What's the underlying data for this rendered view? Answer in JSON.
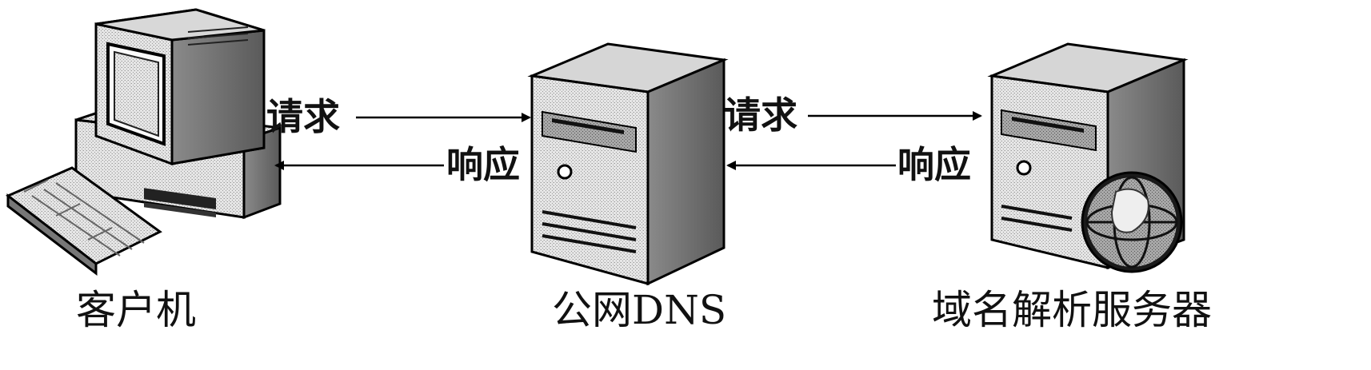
{
  "nodes": {
    "client": {
      "label": "客户机"
    },
    "public_dns": {
      "label": "公网DNS"
    },
    "resolver": {
      "label": "域名解析服务器"
    }
  },
  "arrows": {
    "request_1": "请求",
    "response_1": "响应",
    "request_2": "请求",
    "response_2": "响应"
  }
}
